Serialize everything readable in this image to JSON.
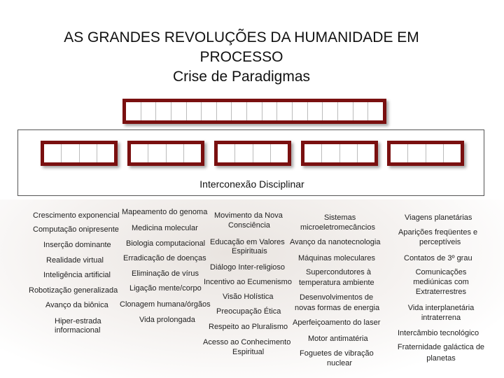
{
  "title": {
    "line1": "AS GRANDES REVOLUÇÕES DA HUMANIDADE EM",
    "line2": "PROCESSO",
    "line3": "Crise de Paradigmas"
  },
  "center_label": "Interconexão Disciplinar",
  "terms": {
    "t1": "Crescimento exponencial",
    "t2": "Mapeamento do genoma",
    "t3": "Movimento da Nova",
    "t3b": "Consciência",
    "t4": "Sistemas",
    "t4b": "microeletromecâncios",
    "t5": "Viagens planetárias",
    "t6": "Computação onipresente",
    "t7": "Medicina molecular",
    "t8": "Aparições freqüentes e",
    "t8b": "perceptíveis",
    "t9": "Inserção dominante",
    "t10": "Biologia computacional",
    "t11": "Educação em Valores",
    "t11b": "Espirituais",
    "t12": "Avanço da nanotecnologia",
    "t13": "Realidade virtual",
    "t14": "Erradicação de doenças",
    "t15": "Máquinas moleculares",
    "t16": "Contatos de 3º grau",
    "t17": "Diálogo Inter-religioso",
    "t18": "Inteligência artificial",
    "t19": "Eliminação de vírus",
    "t20": "Supercondutores à",
    "t20b": "temperatura ambiente",
    "t21": "Comunicações",
    "t21b": "mediúnicas com",
    "t21c": "Extraterrestres",
    "t22": "Incentivo ao Ecumenismo",
    "t23": "Robotização generalizada",
    "t24": "Ligação mente/corpo",
    "t25": "Visão Holística",
    "t26": "Desenvolvimentos de",
    "t26b": "novas formas de energia",
    "t27": "Avanço da biônica",
    "t28": "Clonagem humana/órgãos",
    "t29": "Preocupação Ética",
    "t30": "Vida interplanetária",
    "t30b": "intraterrena",
    "t31": "Hiper-estrada",
    "t31b": "informacional",
    "t32": "Vida prolongada",
    "t33": "Respeito ao Pluralismo",
    "t34": "Aperfeiçoamento do laser",
    "t35": "Intercâmbio tecnológico",
    "t36": "Motor antimatéria",
    "t37": "Acesso ao Conhecimento",
    "t37b": "Espiritual",
    "t38": "Fraternidade galáctica de",
    "t38b": "planetas",
    "t39": "Foguetes de vibração",
    "t39b": "nuclear"
  }
}
